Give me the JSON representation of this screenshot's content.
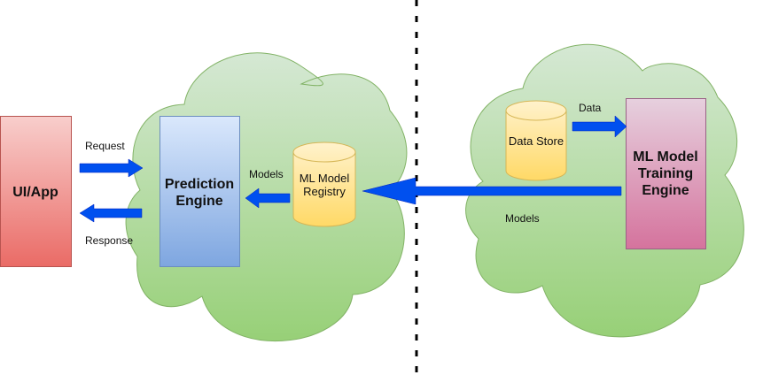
{
  "diagram": {
    "nodes": {
      "ui_app": {
        "label": "UI/App",
        "fill_top": "#f8cecc",
        "fill_bottom": "#ea6b66",
        "stroke": "#b85450"
      },
      "prediction_engine": {
        "label_line1": "Prediction",
        "label_line2": "Engine",
        "fill_top": "#dae8fc",
        "fill_bottom": "#7ea6e0",
        "stroke": "#6c8ebf"
      },
      "ml_model_registry": {
        "label_line1": "ML Model",
        "label_line2": "Registry",
        "fill_top": "#fff2cc",
        "fill_bottom": "#ffd966",
        "stroke": "#d6b656"
      },
      "data_store": {
        "label": "Data Store",
        "fill_top": "#fff2cc",
        "fill_bottom": "#ffd966",
        "stroke": "#d6b656"
      },
      "training_engine": {
        "label_line1": "ML Model",
        "label_line2": "Training",
        "label_line3": "Engine",
        "fill_top": "#e6d0de",
        "fill_bottom": "#d5739d",
        "stroke": "#996185"
      },
      "serving_cloud": {
        "fill_top": "#d5e8d4",
        "fill_bottom": "#97d077",
        "stroke": "#82b366"
      },
      "training_cloud": {
        "fill_top": "#d5e8d4",
        "fill_bottom": "#97d077",
        "stroke": "#82b366"
      }
    },
    "edges": {
      "request": {
        "label": "Request",
        "from": "UI/App",
        "to": "Prediction Engine"
      },
      "response": {
        "label": "Response",
        "from": "Prediction Engine",
        "to": "UI/App"
      },
      "models_registry": {
        "label": "Models",
        "from": "ML Model Registry",
        "to": "Prediction Engine"
      },
      "data": {
        "label": "Data",
        "from": "Data Store",
        "to": "ML Model Training Engine"
      },
      "models_training": {
        "label": "Models",
        "from": "ML Model Training Engine",
        "to": "ML Model Registry"
      }
    },
    "arrow_color": "#0050ef",
    "divider_color": "#000000"
  }
}
